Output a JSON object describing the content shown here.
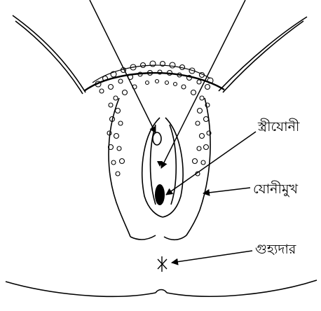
{
  "labels": {
    "stree_yoni": "স্ত্রীযোনী",
    "yoni_mukh": "যোনীমুখ",
    "guhyadwar": "গুহ্যদার"
  },
  "colors": {
    "ink": "#000000",
    "paper": "#ffffff"
  }
}
